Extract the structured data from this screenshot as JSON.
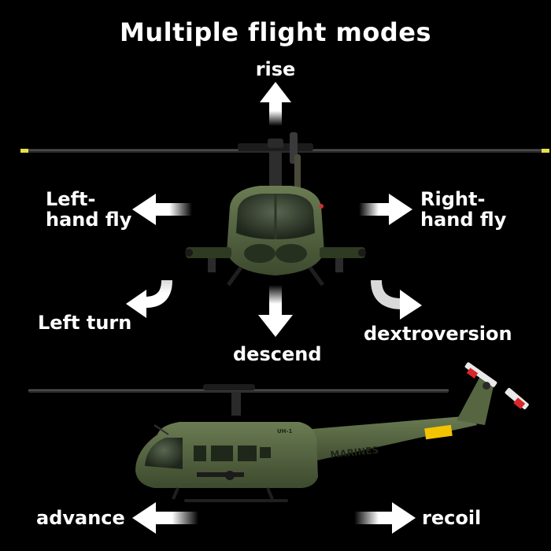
{
  "title": "Multiple flight modes",
  "labels": {
    "rise": "rise",
    "left_fly_line1": "Left-",
    "left_fly_line2": "hand fly",
    "right_fly_line1": "Right-",
    "right_fly_line2": "hand fly",
    "left_turn": "Left turn",
    "dextroversion": "dextroversion",
    "descend": "descend",
    "advance": "advance",
    "recoil": "recoil"
  },
  "helicopter_markings": {
    "side_text": "MARINES",
    "tail_code": "UH-1"
  },
  "colors": {
    "background": "#000000",
    "text": "#ffffff",
    "fuselage": "#5a6b45",
    "fuselage_dark": "#3d4a2e",
    "rotor": "#2a2a2a",
    "warning": "#f2c300",
    "tail_stripe": "#d8262b"
  }
}
